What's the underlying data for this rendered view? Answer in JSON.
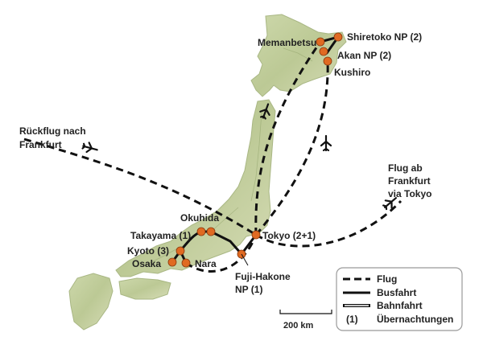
{
  "map": {
    "places": {
      "memanbetsu": "Memanbetsu",
      "shiretoko": "Shiretoko NP (2)",
      "akan": "Akan NP (2)",
      "kushiro": "Kushiro",
      "tokyo": "Tokyo (2+1)",
      "okuhida": "Okuhida",
      "takayama": "Takayama (1)",
      "kyoto": "Kyoto (3)",
      "osaka": "Osaka",
      "nara": "Nara",
      "fuji_line1": "Fuji-Hakone",
      "fuji_line2": "NP (1)"
    },
    "notes": {
      "return_line1": "Rückflug nach",
      "return_line2": "Frankfurt",
      "outbound_line1": "Flug ab",
      "outbound_line2": "Frankfurt",
      "outbound_line3": "via Tokyo"
    },
    "scale_label": "200 km",
    "legend": {
      "flight": "Flug",
      "bus": "Busfahrt",
      "train": "Bahnfahrt",
      "nights_symbol": "(1)",
      "nights": "Übernachtungen"
    },
    "colors": {
      "land": "#c9d3a4",
      "land_dark": "#9fb07a",
      "route": "#111111",
      "stop": "#e06a22"
    }
  }
}
